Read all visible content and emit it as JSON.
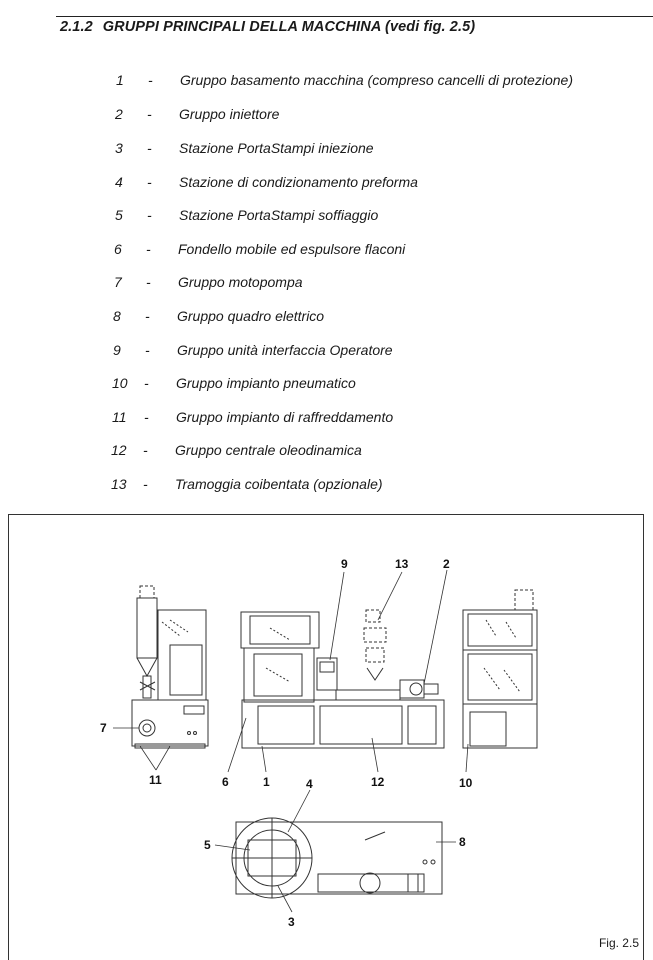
{
  "section": {
    "number": "2.1.2",
    "title": "GRUPPI PRINCIPALI DELLA MACCHINA (vedi fig. 2.5)"
  },
  "items": [
    {
      "num": "1",
      "dash": "-",
      "text": "Gruppo basamento macchina (compreso cancelli di protezione)"
    },
    {
      "num": "2",
      "dash": "-",
      "text": "Gruppo iniettore"
    },
    {
      "num": "3",
      "dash": "-",
      "text": "Stazione PortaStampi iniezione"
    },
    {
      "num": "4",
      "dash": "-",
      "text": "Stazione di condizionamento preforma"
    },
    {
      "num": "5",
      "dash": "-",
      "text": "Stazione PortaStampi soffiaggio"
    },
    {
      "num": "6",
      "dash": "-",
      "text": "Fondello mobile ed espulsore flaconi"
    },
    {
      "num": "7",
      "dash": "-",
      "text": "Gruppo motopompa"
    },
    {
      "num": "8",
      "dash": "-",
      "text": "Gruppo quadro elettrico"
    },
    {
      "num": "9",
      "dash": "-",
      "text": "Gruppo unità interfaccia Operatore"
    },
    {
      "num": "10",
      "dash": "-",
      "text": "Gruppo impianto pneumatico"
    },
    {
      "num": "11",
      "dash": "-",
      "text": "Gruppo impianto di raffreddamento"
    },
    {
      "num": "12",
      "dash": "-",
      "text": "Gruppo centrale oleodinamica"
    },
    {
      "num": "13",
      "dash": "-",
      "text": "Tramoggia coibentata (opzionale)"
    }
  ],
  "figure": {
    "caption": "Fig. 2.5",
    "callouts": [
      "1",
      "2",
      "3",
      "4",
      "5",
      "6",
      "7",
      "8",
      "9",
      "10",
      "11",
      "12",
      "13"
    ]
  }
}
